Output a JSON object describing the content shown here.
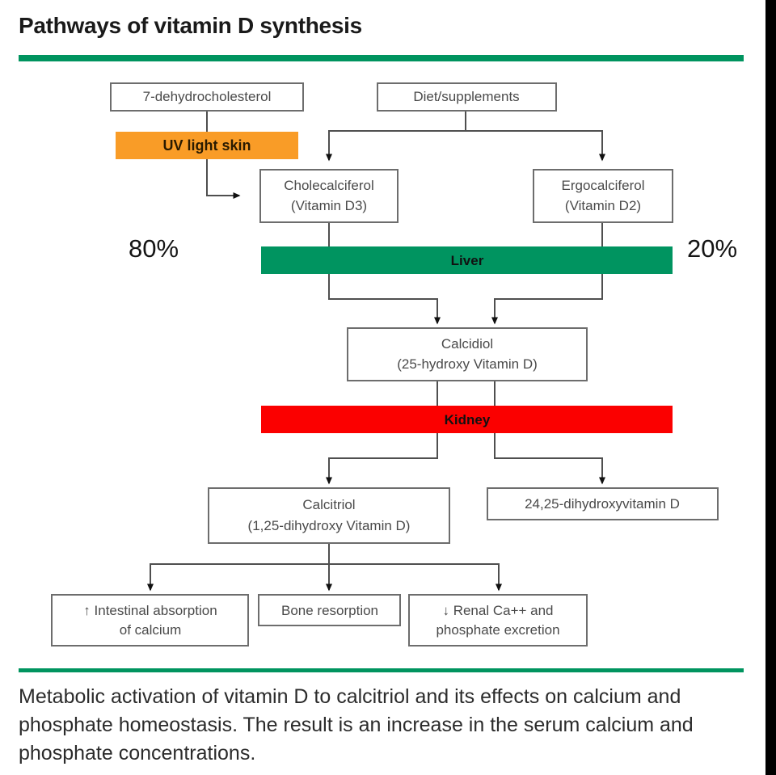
{
  "slide": {
    "title": "Pathways of vitamin D synthesis",
    "caption": "Metabolic activation of vitamin D to calcitriol and its effects on calcium and phosphate homeostasis. The result is an increase in the serum calcium and phosphate concentrations.",
    "accent_color": "#00945f",
    "rule_color": "#00945f"
  },
  "diagram": {
    "type": "flowchart",
    "annotations": {
      "left_percent": "80%",
      "right_percent": "20%"
    },
    "organ_bars": [
      {
        "id": "liver",
        "label": "Liver",
        "color": "#009460"
      },
      {
        "id": "kidney",
        "label": "Kidney",
        "color": "#fb0000"
      }
    ],
    "highlight_bars": [
      {
        "id": "uv-light-skin",
        "label": "UV light skin",
        "color": "#f99c27"
      }
    ],
    "nodes": [
      {
        "id": "dehydrocholesterol",
        "line1": "7-dehydrocholesterol",
        "line2": ""
      },
      {
        "id": "diet-supplements",
        "line1": "Diet/supplements",
        "line2": ""
      },
      {
        "id": "cholecalciferol",
        "line1": "Cholecalciferol",
        "line2": "(Vitamin D3)"
      },
      {
        "id": "ergocalciferol",
        "line1": "Ergocalciferol",
        "line2": "(Vitamin D2)"
      },
      {
        "id": "calcidiol",
        "line1": "Calcidiol",
        "line2": "(25-hydroxy Vitamin D)"
      },
      {
        "id": "calcitriol",
        "line1": "Calcitriol",
        "line2": "(1,25-dihydroxy Vitamin D)"
      },
      {
        "id": "dihydroxyvitamin",
        "line1": "24,25-dihydroxyvitamin D",
        "line2": ""
      },
      {
        "id": "intestinal-absorption",
        "line1": "↑ Intestinal absorption",
        "line2": "of calcium"
      },
      {
        "id": "bone-resorption",
        "line1": "Bone resorption",
        "line2": ""
      },
      {
        "id": "renal-excretion",
        "line1": "↓ Renal Ca++ and",
        "line2": "phosphate excretion"
      }
    ]
  }
}
